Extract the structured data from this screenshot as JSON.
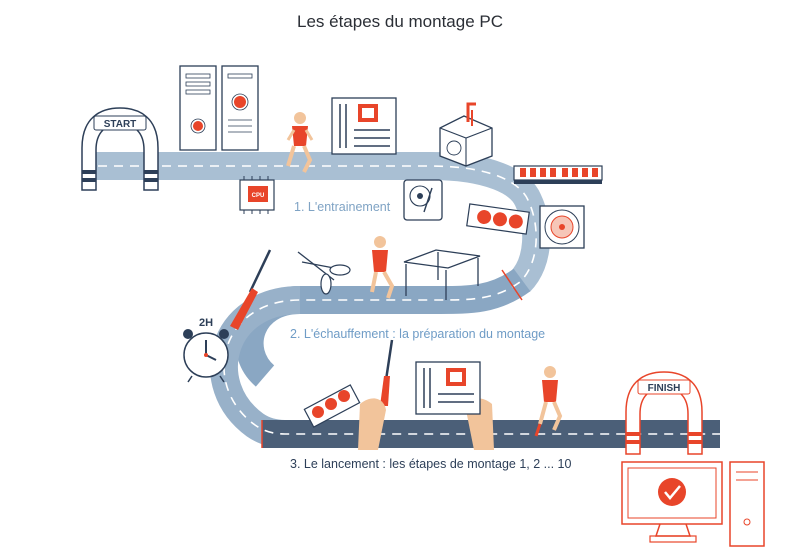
{
  "title": "Les étapes du montage PC",
  "labels": {
    "start": "START",
    "finish": "FINISH",
    "duration": "2H",
    "cpu": "CPU"
  },
  "steps": [
    {
      "label": "1. L'entrainement"
    },
    {
      "label": "2. L'échauffement : la préparation du montage"
    },
    {
      "label": "3. Le lancement : les étapes de montage 1, 2 ... 10"
    }
  ],
  "colors": {
    "road_light": "#a9bfd3",
    "road_mid": "#7f9fbe",
    "road_dark": "#4b5f78",
    "accent": "#e8452a",
    "outline": "#2d3f58",
    "skin": "#f2c49b"
  },
  "icons": [
    "start-arch-icon",
    "pc-tower-icon",
    "runner-icon",
    "motherboard-icon",
    "power-supply-icon",
    "ram-stick-icon",
    "cpu-chip-icon",
    "hard-drive-icon",
    "graphics-card-icon",
    "cooling-fan-icon",
    "screwdriver-icon",
    "scissors-icon",
    "table-icon",
    "alarm-clock-icon",
    "hands-icon",
    "finish-arch-icon",
    "monitor-check-icon"
  ]
}
